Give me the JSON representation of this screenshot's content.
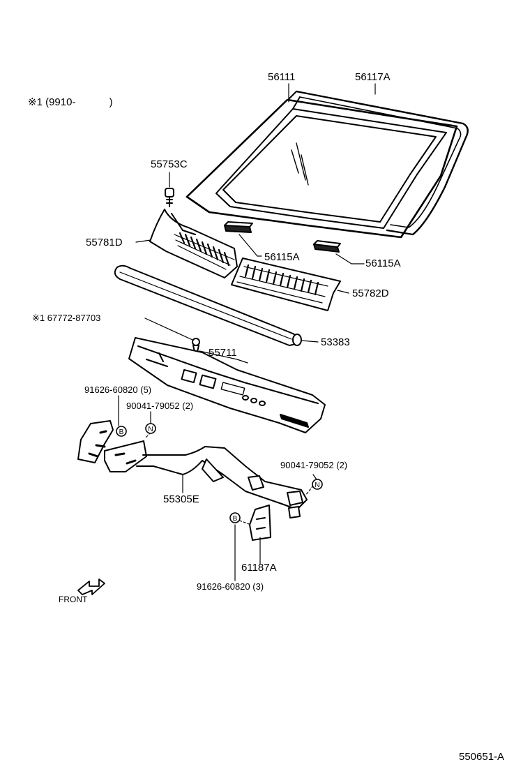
{
  "note": {
    "mark": "※1",
    "range": "(9910-",
    "close": ")"
  },
  "labels": {
    "p56111": "56111",
    "p56117A": "56117A",
    "p55753C": "55753C",
    "p55781D": "55781D",
    "p56115A_left": "56115A",
    "p56115A_right": "56115A",
    "p55782D": "55782D",
    "p67772": "※1 67772-87703",
    "p53383": "53383",
    "p55711": "55711",
    "p91626_5": "91626-60820 (5)",
    "p90041_left": "90041-79052 (2)",
    "p90041_right": "90041-79052 (2)",
    "p55305E": "55305E",
    "p61187A": "61187A",
    "p91626_3": "91626-60820 (3)"
  },
  "markers": {
    "bolt": "B",
    "nut": "N"
  },
  "front": "FRONT",
  "figure_id": "550651-A"
}
